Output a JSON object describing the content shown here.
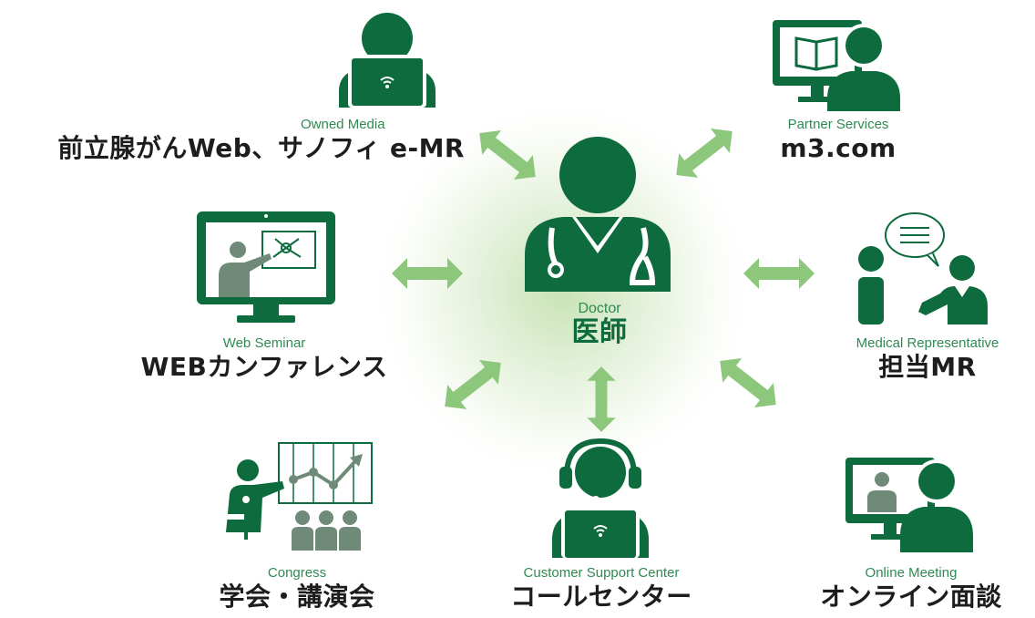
{
  "center": {
    "en": "Doctor",
    "ja": "医師"
  },
  "nodes": {
    "owned_media": {
      "en": "Owned Media",
      "ja": "前立腺がんWeb、サノフィ e-MR"
    },
    "partner": {
      "en": "Partner Services",
      "ja": "m3.com"
    },
    "web_seminar": {
      "en": "Web Seminar",
      "ja": "WEBカンファレンス"
    },
    "mr": {
      "en": "Medical Representative",
      "ja": "担当MR"
    },
    "congress": {
      "en": "Congress",
      "ja": "学会・講演会"
    },
    "call_center": {
      "en": "Customer Support Center",
      "ja": "コールセンター"
    },
    "online": {
      "en": "Online Meeting",
      "ja": "オンライン面談"
    }
  },
  "colors": {
    "dark_green": "#0d6b3e",
    "arrow_green": "#8dc77b",
    "label_green": "#2f8a52",
    "gray_green": "#6f8a78"
  }
}
